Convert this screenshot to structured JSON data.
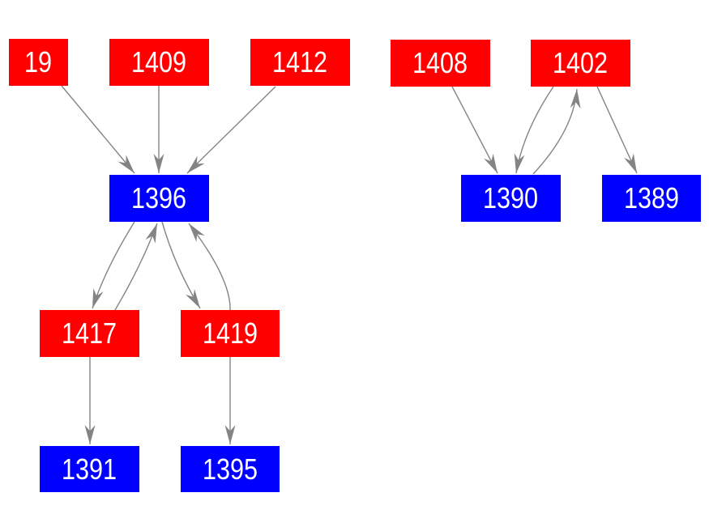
{
  "diagram": {
    "type": "directed-graph",
    "background_color": "#ffffff",
    "edge_color": "#848484",
    "node_text_color": "#ffffff",
    "node_colors": {
      "red": "#ff0000",
      "blue": "#0000ff"
    },
    "nodes": [
      {
        "id": "19",
        "label": "19",
        "color": "red"
      },
      {
        "id": "1409",
        "label": "1409",
        "color": "red"
      },
      {
        "id": "1412",
        "label": "1412",
        "color": "red"
      },
      {
        "id": "1408",
        "label": "1408",
        "color": "red"
      },
      {
        "id": "1402",
        "label": "1402",
        "color": "red"
      },
      {
        "id": "1396",
        "label": "1396",
        "color": "blue"
      },
      {
        "id": "1390",
        "label": "1390",
        "color": "blue"
      },
      {
        "id": "1389",
        "label": "1389",
        "color": "blue"
      },
      {
        "id": "1417",
        "label": "1417",
        "color": "red"
      },
      {
        "id": "1419",
        "label": "1419",
        "color": "red"
      },
      {
        "id": "1391",
        "label": "1391",
        "color": "blue"
      },
      {
        "id": "1395",
        "label": "1395",
        "color": "blue"
      }
    ],
    "edges": [
      {
        "from": "19",
        "to": "1396"
      },
      {
        "from": "1409",
        "to": "1396"
      },
      {
        "from": "1412",
        "to": "1396"
      },
      {
        "from": "1396",
        "to": "1417"
      },
      {
        "from": "1417",
        "to": "1396"
      },
      {
        "from": "1396",
        "to": "1419"
      },
      {
        "from": "1419",
        "to": "1396"
      },
      {
        "from": "1417",
        "to": "1391"
      },
      {
        "from": "1419",
        "to": "1395"
      },
      {
        "from": "1408",
        "to": "1390"
      },
      {
        "from": "1402",
        "to": "1390"
      },
      {
        "from": "1390",
        "to": "1402"
      },
      {
        "from": "1402",
        "to": "1389"
      }
    ]
  }
}
